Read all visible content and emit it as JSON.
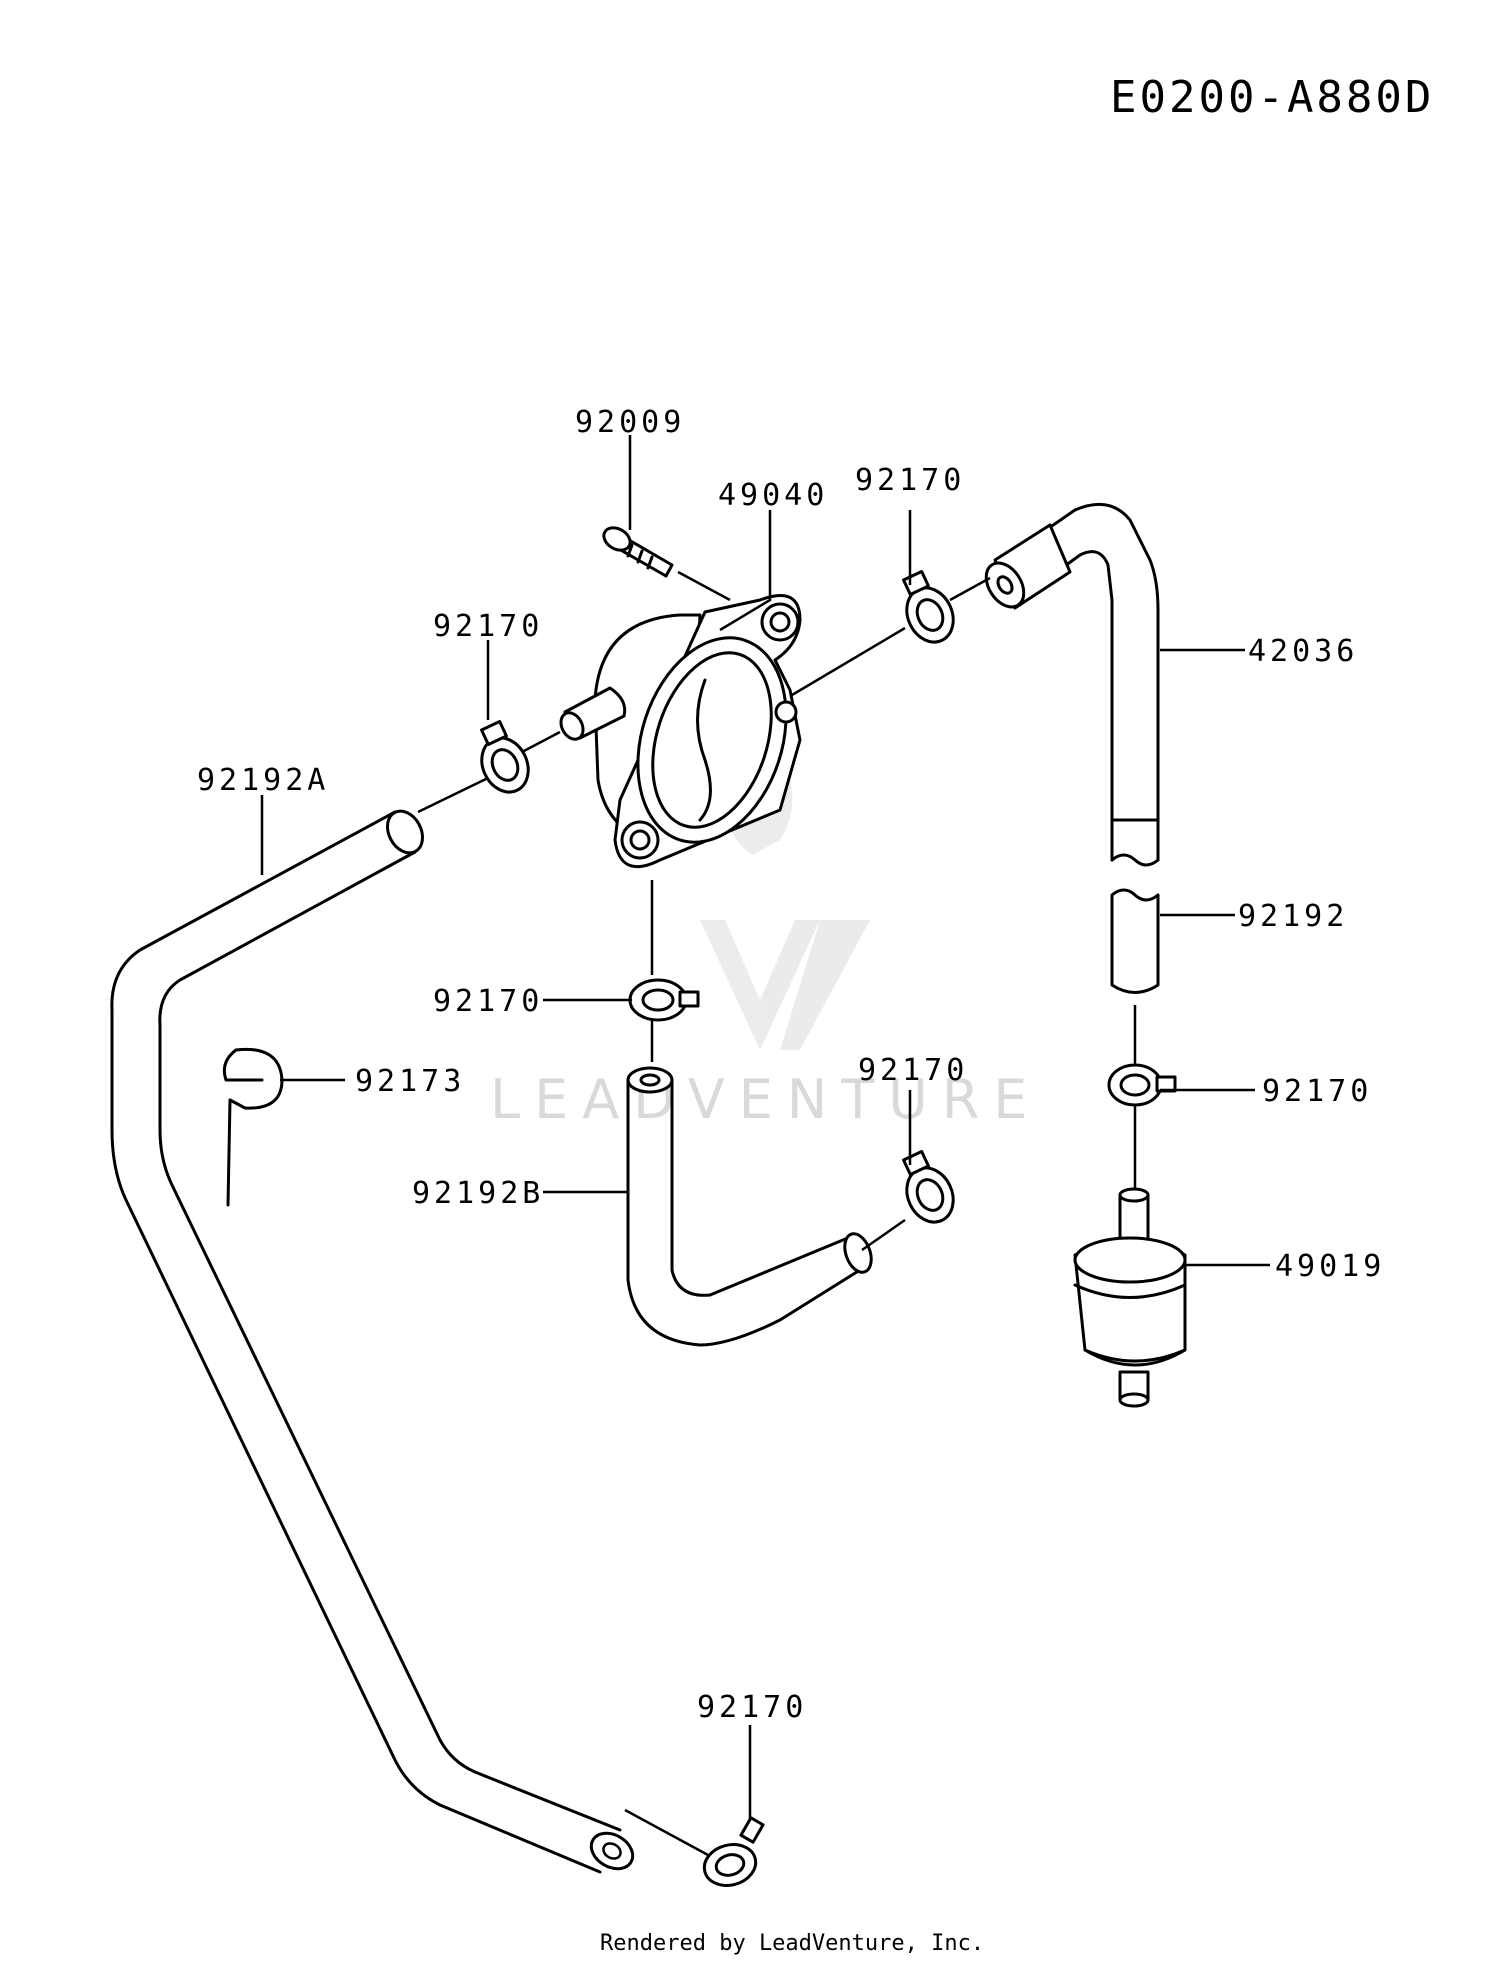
{
  "diagram_code": "E0200-A880D",
  "footer": "Rendered by LeadVenture, Inc.",
  "watermark": "LEADVENTURE",
  "parts": [
    {
      "id": "p1",
      "number": "92009"
    },
    {
      "id": "p2",
      "number": "49040"
    },
    {
      "id": "p3",
      "number": "92170"
    },
    {
      "id": "p4",
      "number": "42036"
    },
    {
      "id": "p5",
      "number": "92170"
    },
    {
      "id": "p6",
      "number": "92192A"
    },
    {
      "id": "p7",
      "number": "92192"
    },
    {
      "id": "p8",
      "number": "92170"
    },
    {
      "id": "p9",
      "number": "92173"
    },
    {
      "id": "p10",
      "number": "92170"
    },
    {
      "id": "p11",
      "number": "92170"
    },
    {
      "id": "p12",
      "number": "92192B"
    },
    {
      "id": "p13",
      "number": "49019"
    },
    {
      "id": "p14",
      "number": "92170"
    }
  ]
}
